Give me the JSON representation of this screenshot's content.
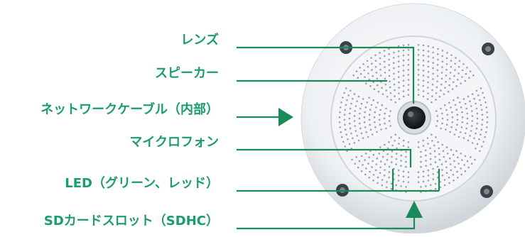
{
  "colors": {
    "label": "#1b9c6b",
    "leader": "#1a8a5a",
    "device_body": "#e9ecef",
    "device_rim": "#cfd5da",
    "grille_hole": "#9aa3ab",
    "lens": "#1a1e22"
  },
  "labels": [
    {
      "id": "lens",
      "text": "レンズ"
    },
    {
      "id": "speaker",
      "text": "スピーカー"
    },
    {
      "id": "network-cable",
      "text": "ネットワークケーブル（内部）"
    },
    {
      "id": "microphone",
      "text": "マイクロフォン"
    },
    {
      "id": "led",
      "text": "LED（グリーン、レッド）"
    },
    {
      "id": "sd-slot",
      "text": "SDカードスロット（SDHC）"
    }
  ]
}
